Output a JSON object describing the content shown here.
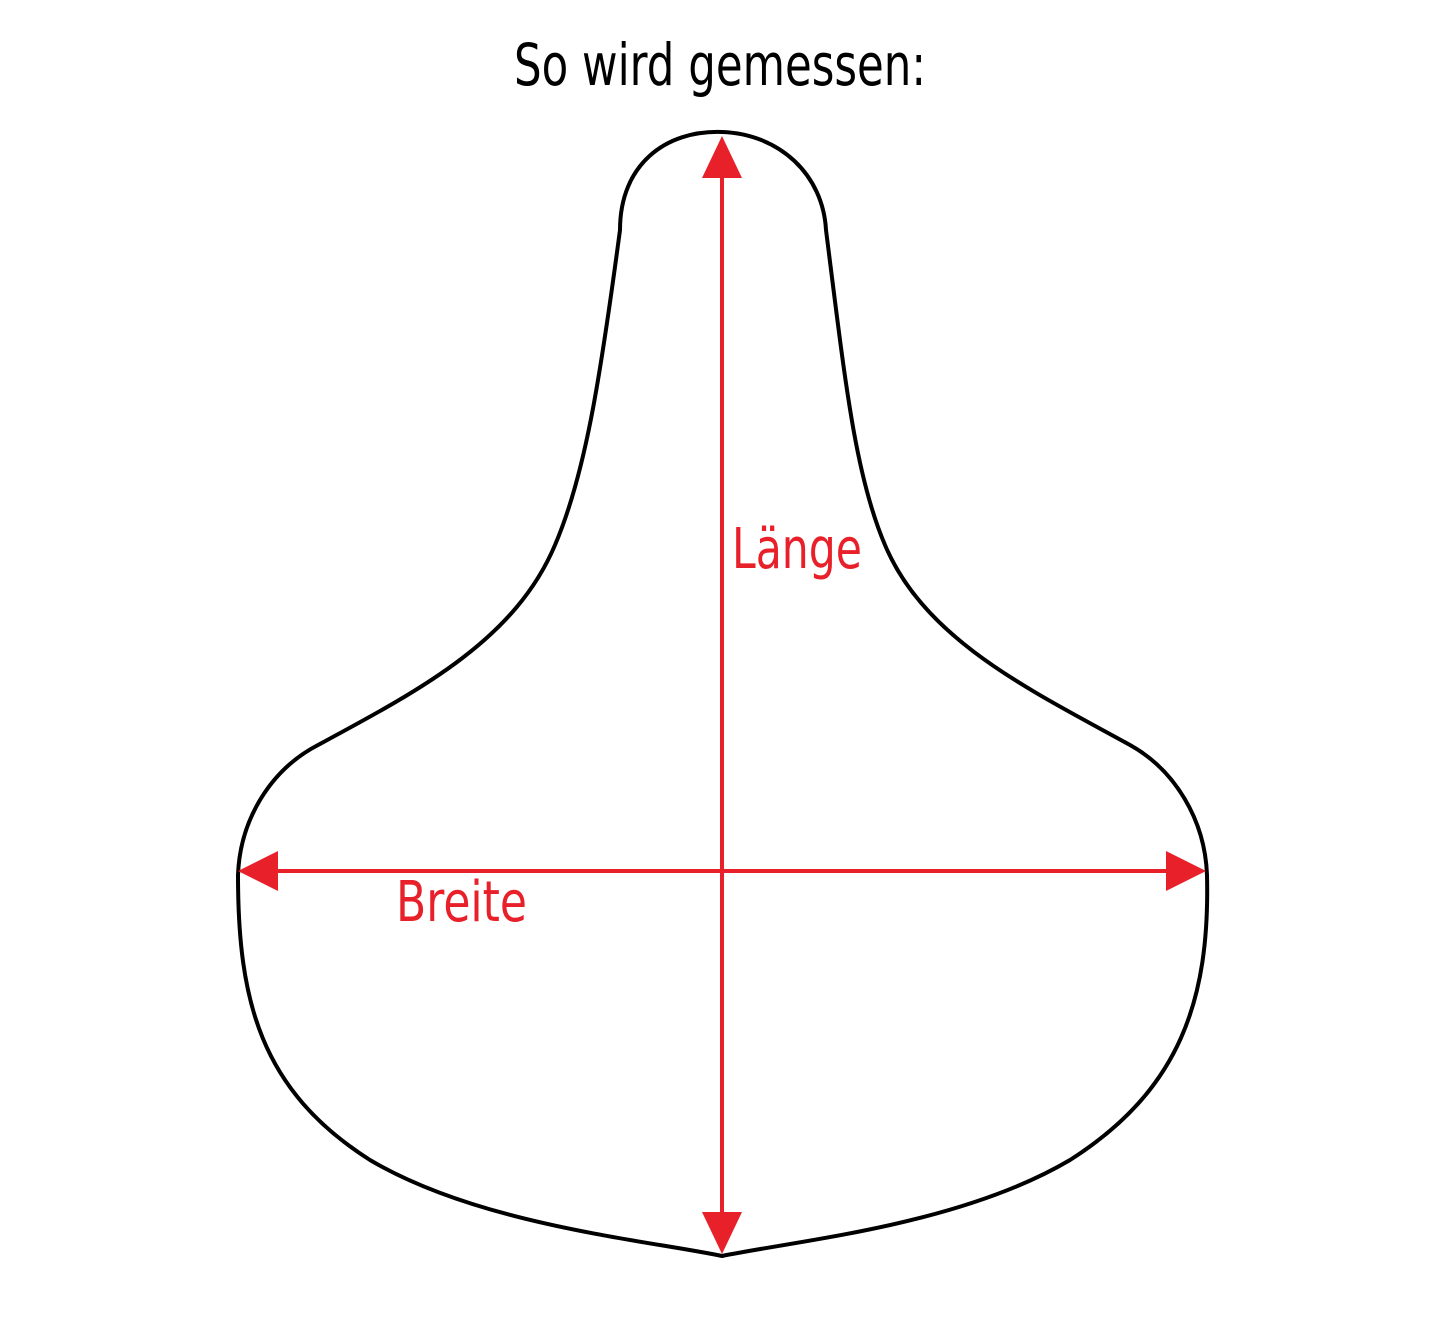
{
  "title": "So wird gemessen:",
  "labels": {
    "length": "Länge",
    "width": "Breite"
  },
  "colors": {
    "outline": "#000000",
    "measure": "#e8202a",
    "background": "#ffffff"
  },
  "shape": "bicycle-saddle-top-view"
}
